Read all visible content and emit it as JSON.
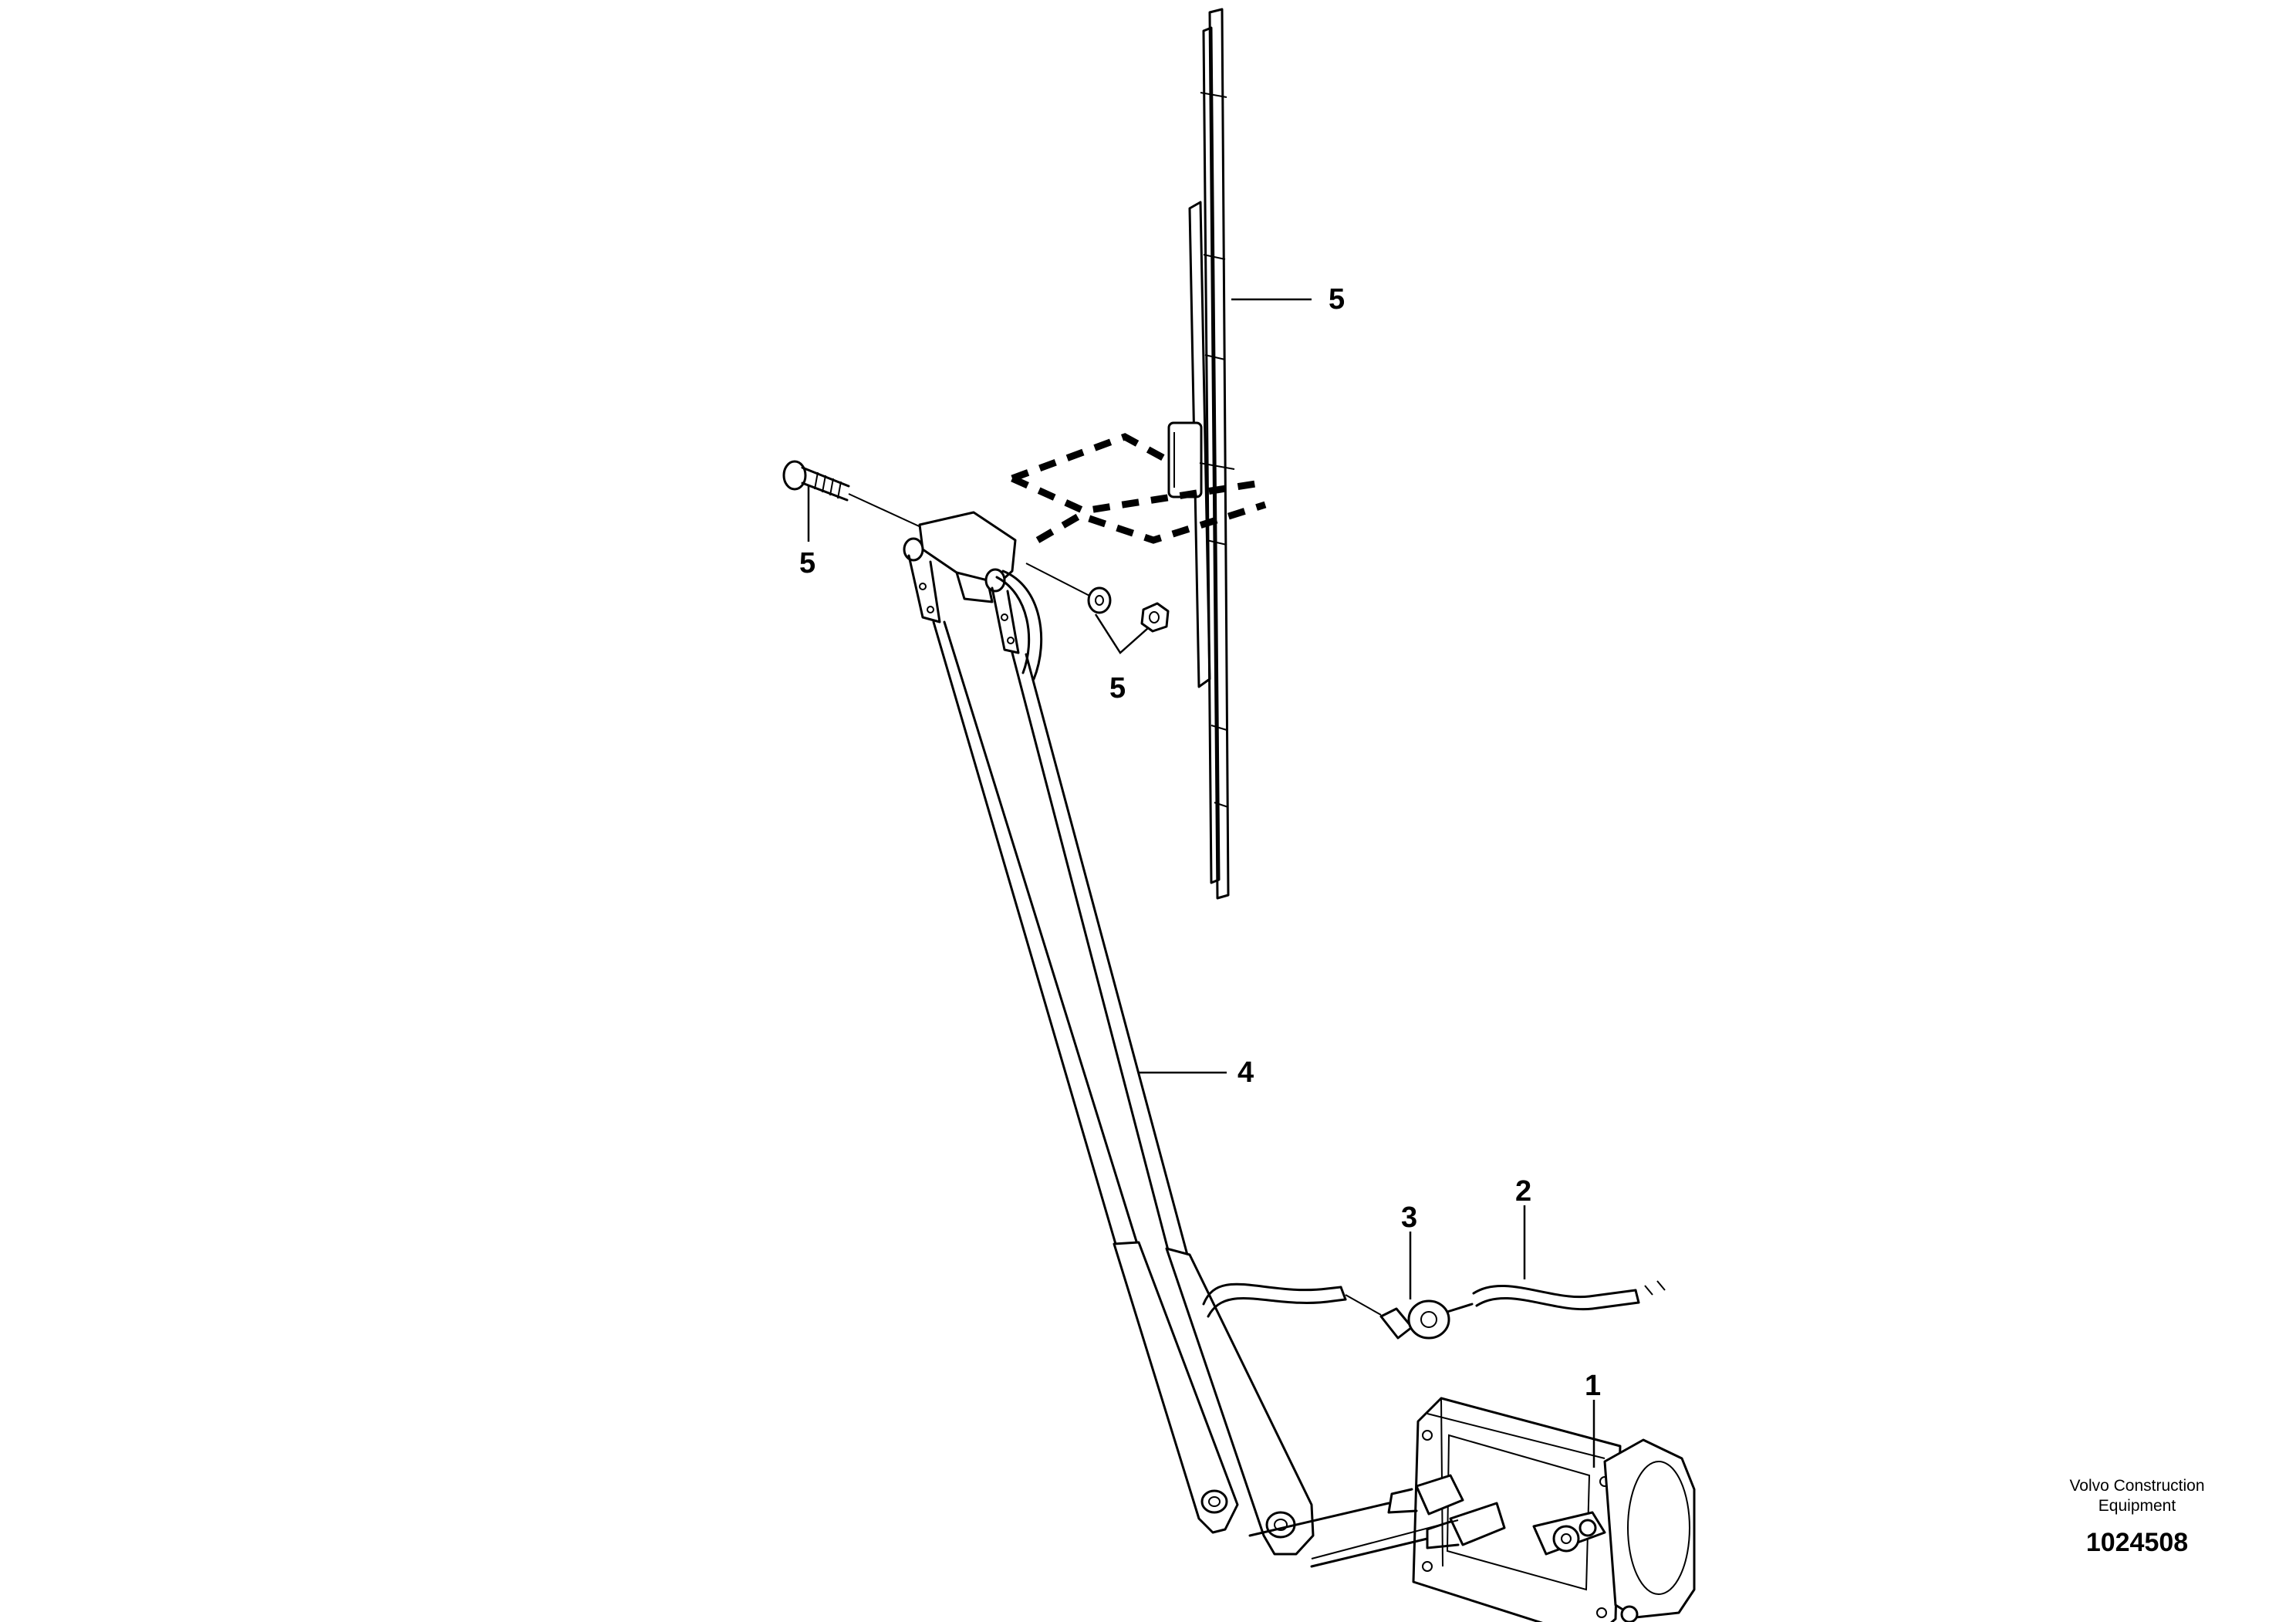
{
  "callouts": {
    "wiper_blade": "5",
    "bolt": "5",
    "washer_nut": "5",
    "wiper_arm": "4",
    "washer_nozzle": "3",
    "washer_hose": "2",
    "wiper_motor": "1"
  },
  "credit": {
    "line1": "Volvo Construction",
    "line2": "Equipment"
  },
  "document_number": "1024508"
}
